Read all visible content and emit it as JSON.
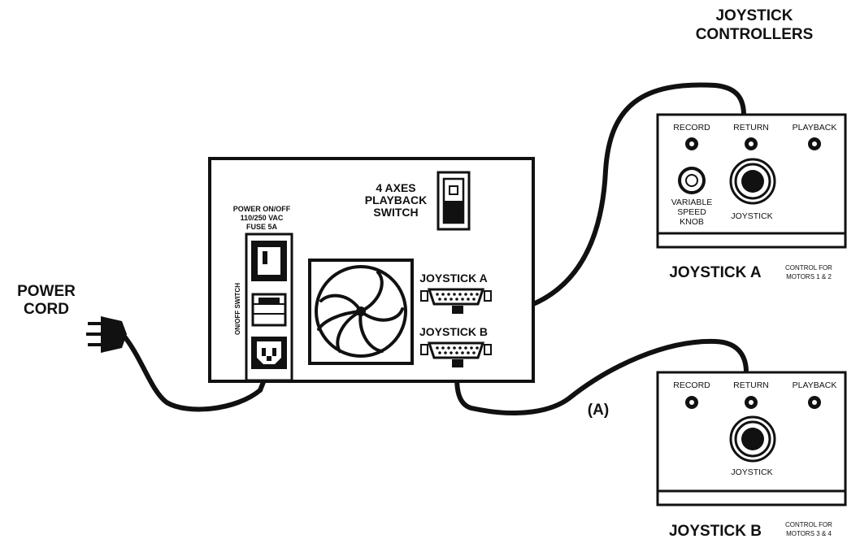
{
  "labels": {
    "controllers_title_1": "JOYSTICK",
    "controllers_title_2": "CONTROLLERS",
    "power_cord_1": "POWER",
    "power_cord_2": "CORD",
    "power_switch_1": "POWER ON/OFF",
    "power_switch_2": "110/250 VAC",
    "power_switch_3": "FUSE 5A",
    "onoff_switch_vertical": "ON/OFF SWITCH",
    "playback_switch_1": "4 AXES",
    "playback_switch_2": "PLAYBACK",
    "playback_switch_3": "SWITCH",
    "port_a": "JOYSTICK A",
    "port_b": "JOYSTICK B",
    "cable_marker": "(A)"
  },
  "controller_a": {
    "record": "RECORD",
    "return": "RETURN",
    "playback": "PLAYBACK",
    "knob_1": "VARIABLE",
    "knob_2": "SPEED",
    "knob_3": "KNOB",
    "joystick": "JOYSTICK",
    "title": "JOYSTICK A",
    "caption_1": "CONTROL FOR",
    "caption_2": "MOTORS 1 & 2"
  },
  "controller_b": {
    "record": "RECORD",
    "return": "RETURN",
    "playback": "PLAYBACK",
    "joystick": "JOYSTICK",
    "title": "JOYSTICK B",
    "caption_1": "CONTROL FOR",
    "caption_2": "MOTORS 3 & 4"
  },
  "colors": {
    "ink": "#111111",
    "paper": "#ffffff"
  }
}
